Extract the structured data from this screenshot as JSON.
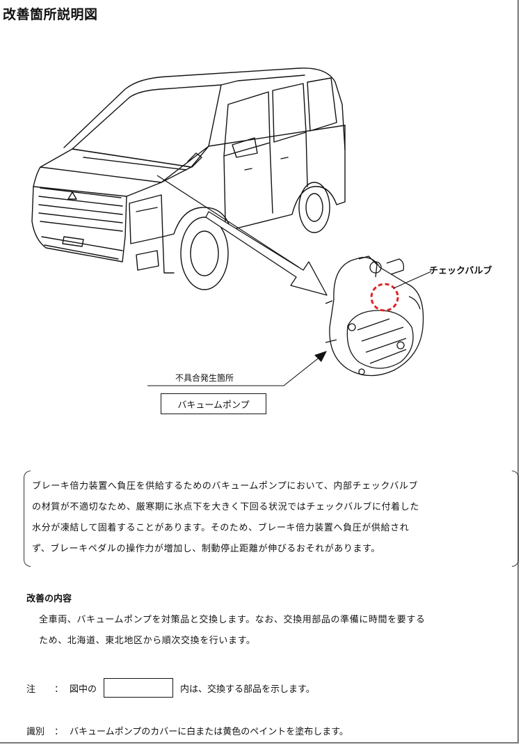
{
  "title": "改善箇所説明図",
  "figure": {
    "callout_label": "チェックバルブ",
    "defect_location_label": "不具合発生箇所",
    "part_name": "バキュームポンプ"
  },
  "description": {
    "lines": [
      "ブレーキ倍力装置へ負圧を供給するためのバキュームポンプにおいて、内部チェックバルブ",
      "の材質が不適切なため、厳寒期に氷点下を大きく下回る状況ではチェックバルブに付着した",
      "水分が凍結して固着することがあります。そのため、ブレーキ倍力装置へ負圧が供給され",
      "ず、ブレーキペダルの操作力が増加し、制動停止距離が伸びるおそれがあります。"
    ]
  },
  "improvement": {
    "heading": "改善の内容",
    "lines": [
      "全車両、バキュームポンプを対策品と交換します。なお、交換用部品の準備に時間を要する",
      "ため、北海道、東北地区から順次交換を行います。"
    ]
  },
  "note": {
    "key": "注",
    "colon": "：",
    "before": "図中の",
    "after": "内は、交換する部品を示します。"
  },
  "identification": {
    "key": "識別",
    "colon": "：",
    "text": "バキュームポンプのカバーに白または黄色のペイントを塗布します。"
  },
  "colors": {
    "highlight_circle": "#e02020",
    "line": "#111111"
  }
}
